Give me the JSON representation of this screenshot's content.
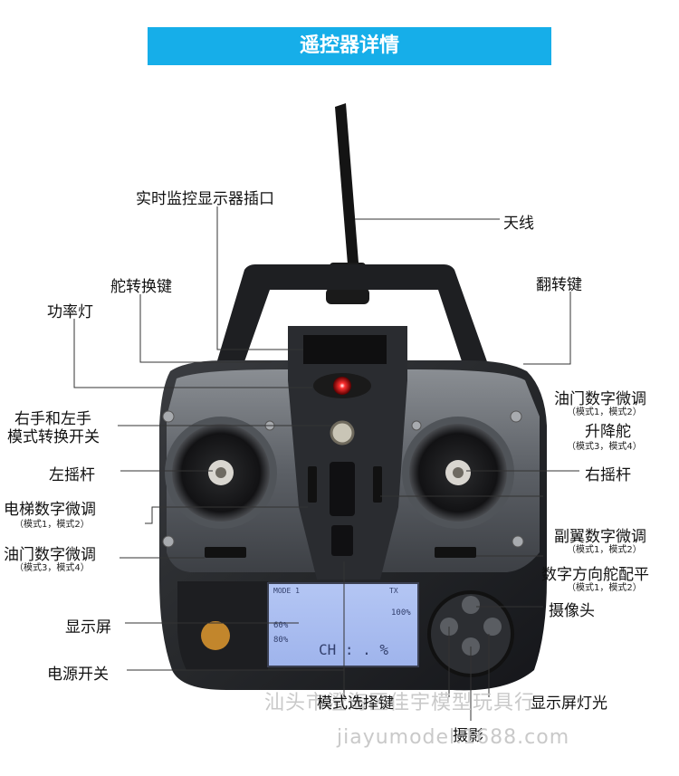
{
  "banner": {
    "title": "遥控器详情"
  },
  "labels": {
    "monitor_port": "实时监控显示器插口",
    "antenna": "天线",
    "rudder_switch": "舵转换键",
    "flip_key": "翻转键",
    "power_led": "功率灯",
    "throttle_trim_r": "油门数字微调",
    "throttle_trim_r_modes": "（模式1，模式2）",
    "elevator": "升降舵",
    "elevator_modes": "（模式3，模式4）",
    "mode_switch_line1": "右手和左手",
    "mode_switch_line2": "模式转换开关",
    "left_stick": "左摇杆",
    "right_stick": "右摇杆",
    "elevator_trim": "电梯数字微调",
    "elevator_trim_modes": "（模式1，模式2）",
    "aileron_trim": "副翼数字微调",
    "aileron_trim_modes": "（模式1，模式2）",
    "throttle_trim_l": "油门数字微调",
    "throttle_trim_l_modes": "（模式3，模式4）",
    "rudder_trim": "数字方向舵配平",
    "rudder_trim_modes": "（模式1，模式2）",
    "display": "显示屏",
    "camera": "摄像头",
    "power_switch": "电源开关",
    "mode_select": "模式选择键",
    "backlight": "显示屏灯光",
    "photo": "摄影"
  },
  "screen": {
    "mode": "MODE 1",
    "tx": "TX",
    "pct_left_top": "60%",
    "pct_left_bottom": "80%",
    "pct_right": "100%",
    "ch": "CH : . %"
  },
  "watermark": {
    "line1": "汕头市澄海区佳宇模型玩具行",
    "line2": "jiayumodel.1688.com"
  }
}
